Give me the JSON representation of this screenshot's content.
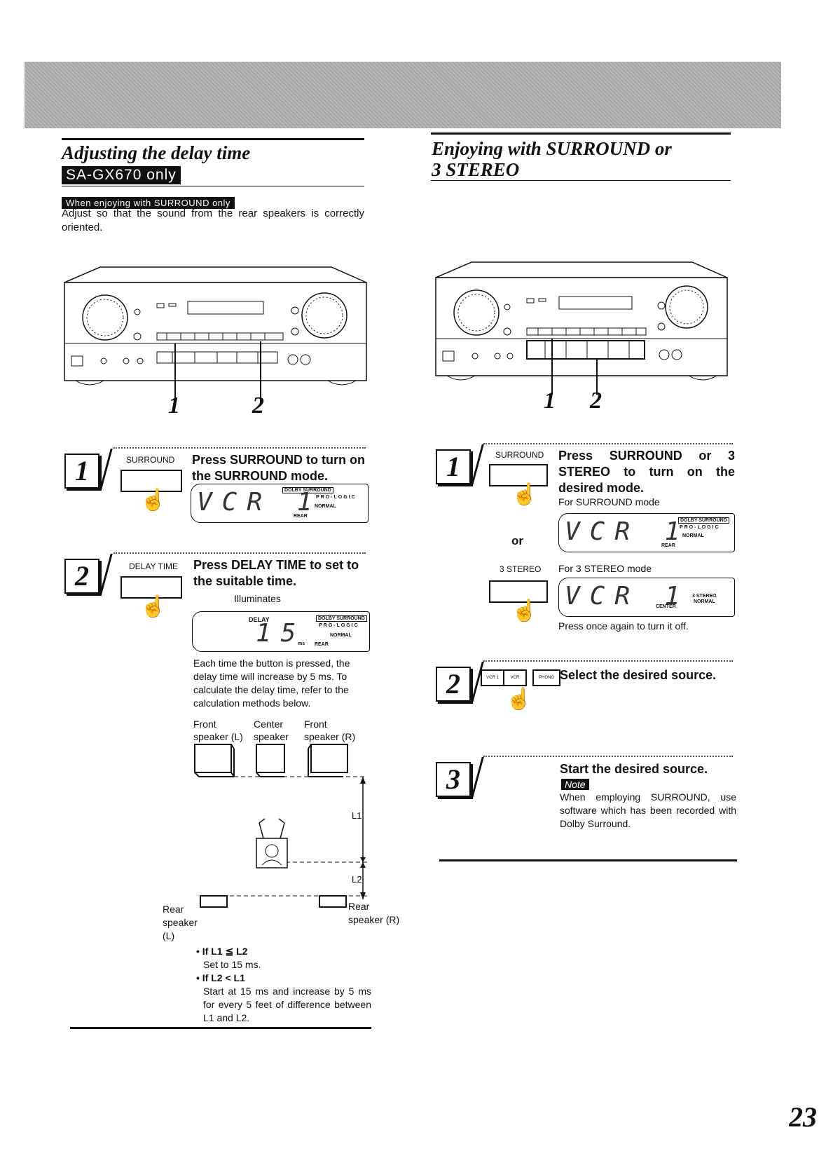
{
  "left": {
    "title": "Adjusting the delay time",
    "model_badge": "SA-GX670 only",
    "condition_badge": "When enjoying with SURROUND only",
    "intro": "Adjust so that the sound from the rear speakers is correctly oriented.",
    "callout_1": "1",
    "callout_2": "2",
    "step1": {
      "number": "1",
      "button_label": "SURROUND",
      "heading": "Press SURROUND to turn on the SURROUND mode.",
      "lcd_main": "VCR 1",
      "lcd_normal": "NORMAL",
      "lcd_rear": "REAR",
      "lcd_dolby": "DOLBY SURROUND",
      "lcd_prologic": "PRO-LOGIC"
    },
    "step2": {
      "number": "2",
      "button_label": "DELAY TIME",
      "heading": "Press DELAY TIME to set to the suitable time.",
      "illuminates": "Illuminates",
      "lcd_delay": "DELAY",
      "lcd_main": "15",
      "lcd_unit": "ms",
      "lcd_normal": "NORMAL",
      "lcd_rear": "REAR",
      "lcd_dolby": "DOLBY SURROUND",
      "lcd_prologic": "PRO-LOGIC",
      "desc": "Each time the button is pressed, the delay time will increase by 5 ms. To calculate the delay time, refer to the calculation methods below."
    },
    "diagram": {
      "front_l": "Front speaker (L)",
      "center": "Center speaker",
      "front_r": "Front speaker (R)",
      "l1": "L1",
      "l2": "L2",
      "rear_l": "Rear speaker (L)",
      "rear_r": "Rear speaker (R)"
    },
    "rules": {
      "rule1_cond": "If L1 ≦ L2",
      "rule1_text": "Set to 15 ms.",
      "rule2_cond": "If L2 < L1",
      "rule2_text": "Start at 15 ms and increase by 5 ms for every 5 feet of difference between L1 and L2."
    }
  },
  "right": {
    "title_line1": "Enjoying with SURROUND or",
    "title_line2": "3 STEREO",
    "callout_1": "1",
    "callout_2": "2",
    "step1": {
      "number": "1",
      "button_label": "SURROUND",
      "heading": "Press SURROUND or 3 STEREO to turn on the desired mode.",
      "for_surround": "For SURROUND mode",
      "or": "or",
      "button2_label": "3 STEREO",
      "for_3stereo": "For 3 STEREO mode",
      "lcd_main": "VCR 1",
      "lcd_normal": "NORMAL",
      "lcd_rear": "REAR",
      "lcd_center": "CENTER",
      "lcd_3stereo": "3 STEREO",
      "lcd_dolby": "DOLBY SURROUND",
      "lcd_prologic": "PRO-LOGIC",
      "press_again": "Press once again to turn it off."
    },
    "step2": {
      "number": "2",
      "heading": "Select the desired source.",
      "btn_a": "VCR 1",
      "btn_b": "VCR",
      "btn_c": "PHONO"
    },
    "step3": {
      "number": "3",
      "heading": "Start the desired source.",
      "note_label": "Note",
      "note_text": "When employing SURROUND, use software which has been recorded with Dolby Surround."
    }
  },
  "page_number": "23"
}
